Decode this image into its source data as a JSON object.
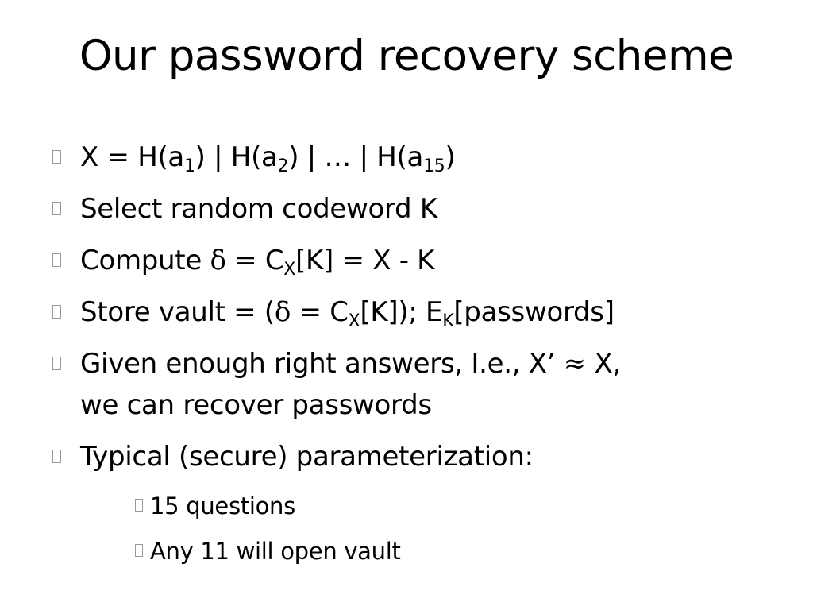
{
  "slide": {
    "title": "Our password recovery scheme",
    "bullets": {
      "b1": {
        "p1": "X = H(a",
        "s1": "1",
        "p2": ") | H(a",
        "s2": "2",
        "p3": ") | … | H(a",
        "s3": "15",
        "p4": ")"
      },
      "b2": {
        "text": "Select random codeword K"
      },
      "b3": {
        "p1": "Compute ",
        "delta": "δ",
        "p2": " = C",
        "s1": "X",
        "p3": "[K] = X - K"
      },
      "b4": {
        "p1": "Store vault = (",
        "delta": "δ",
        "p2": " = C",
        "s1": "X",
        "p3": "[K]); E",
        "s2": "K",
        "p4": "[passwords]"
      },
      "b5": {
        "p1": "Given enough right answers, I.e., X’ ",
        "approx": "≈",
        "p2": " X,",
        "line2": "we can recover passwords"
      },
      "b6": {
        "text": "Typical (secure) parameterization:"
      }
    },
    "sub_bullets": [
      "15 questions",
      "Any 11 will open vault"
    ]
  }
}
